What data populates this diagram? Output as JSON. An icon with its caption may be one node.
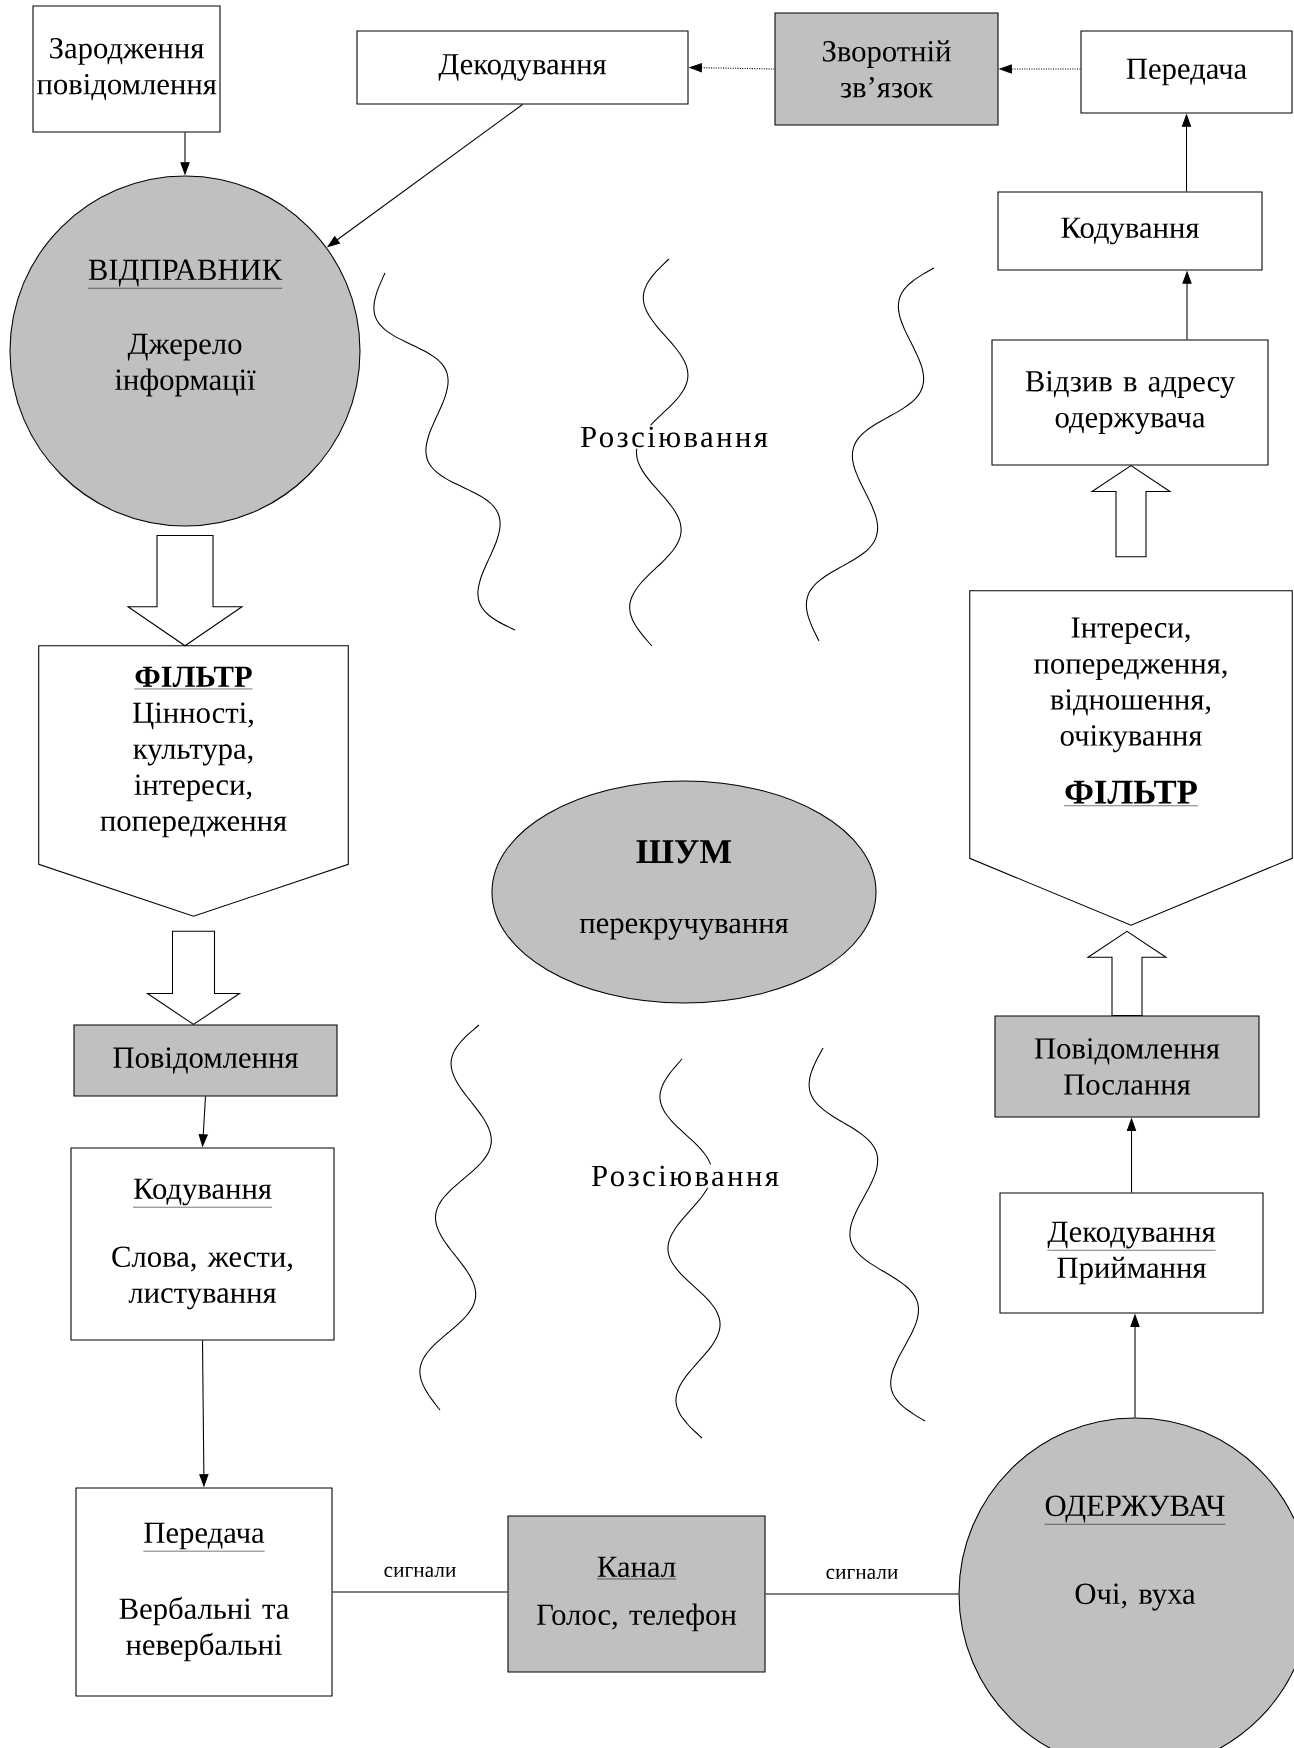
{
  "diagram": {
    "nodes": [
      {
        "text": [
          "Зародження повідомлення"
        ]
      },
      {
        "text": [
          "Декодування"
        ]
      },
      {
        "text": [
          "Зворотній зв’язок"
        ]
      },
      {
        "text": [
          "Передача"
        ]
      },
      {
        "text": [
          "ВІДПРАВНИК",
          "Джерело інформації"
        ]
      },
      {
        "text": [
          "Кодування"
        ]
      },
      {
        "text": [
          "Відзив в адресу одержувача"
        ]
      },
      {
        "text": [
          "ФІЛЬТР",
          "Цінності, культура, інтереси, попередження"
        ]
      },
      {
        "text": [
          "Інтереси, попередження, відношення, очікування",
          "ФІЛЬТР"
        ]
      },
      {
        "text": [
          "ШУМ",
          "перекручування"
        ]
      },
      {
        "text": [
          "Повідомлення"
        ]
      },
      {
        "text": [
          "Повідомлення Послання"
        ]
      },
      {
        "text": [
          "Кодування",
          "Слова, жести, листування"
        ]
      },
      {
        "text": [
          "Декодування",
          "Приймання"
        ]
      },
      {
        "text": [
          "Передача",
          "Вербальні та невербальні"
        ]
      },
      {
        "text": [
          "Канал",
          "Голос, телефон"
        ]
      },
      {
        "text": [
          "ОДЕРЖУВАЧ",
          "Очі, вуха"
        ]
      }
    ],
    "edges": [
      {
        "from": 0,
        "to": 4,
        "arrow": "to"
      },
      {
        "from": 1,
        "to": 4,
        "arrow": "to"
      },
      {
        "from": 2,
        "to": 1,
        "arrow": "to",
        "style": "dashed"
      },
      {
        "from": 3,
        "to": 2,
        "arrow": "to",
        "style": "dashed"
      },
      {
        "from": 5,
        "to": 3,
        "arrow": "to"
      },
      {
        "from": 6,
        "to": 5,
        "arrow": "to"
      },
      {
        "from": 8,
        "to": 6,
        "arrow": "to",
        "style": "thick"
      },
      {
        "from": 4,
        "to": 7,
        "arrow": "to",
        "style": "thick"
      },
      {
        "from": 7,
        "to": 10,
        "arrow": "to",
        "style": "thick"
      },
      {
        "from": 10,
        "to": 12,
        "arrow": "to"
      },
      {
        "from": 12,
        "to": 14,
        "arrow": "to"
      },
      {
        "from": 14,
        "to": 15,
        "arrow": "none",
        "label": "сигнали"
      },
      {
        "from": 15,
        "to": 16,
        "arrow": "none",
        "label": "сигнали"
      },
      {
        "from": 16,
        "to": 13,
        "arrow": "to"
      },
      {
        "from": 13,
        "to": 11,
        "arrow": "to"
      },
      {
        "from": 11,
        "to": 8,
        "arrow": "to",
        "style": "thick"
      }
    ],
    "labels": [
      "Розсіювання",
      "Розсіювання"
    ]
  }
}
